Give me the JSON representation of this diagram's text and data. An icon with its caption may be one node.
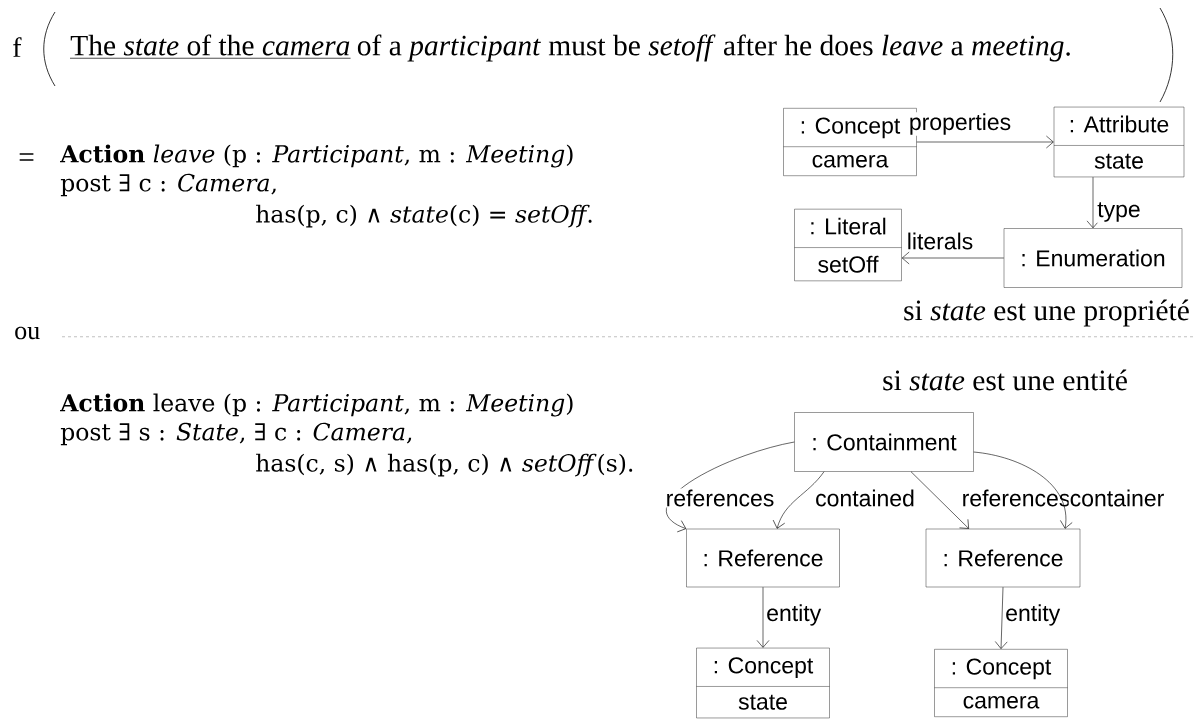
{
  "diagram": {
    "nodes": [
      {
        "text": [
          ": Concept",
          "camera"
        ]
      },
      {
        "text": [
          ": Attribute",
          "state"
        ]
      },
      {
        "text": [
          ": Literal",
          "setOff"
        ]
      },
      {
        "text": [
          ": Enumeration"
        ]
      },
      {
        "text": [
          ": Containment"
        ]
      },
      {
        "text": [
          ": Reference"
        ]
      },
      {
        "text": [
          ": Reference"
        ]
      },
      {
        "text": [
          ": Concept",
          "state"
        ]
      },
      {
        "text": [
          ": Concept",
          "camera"
        ]
      }
    ],
    "edges": [
      {
        "from": 0,
        "to": 1,
        "arrow": "to",
        "label": "properties"
      },
      {
        "from": 1,
        "to": 3,
        "arrow": "to",
        "label": "type"
      },
      {
        "from": 3,
        "to": 2,
        "arrow": "to",
        "label": "literals"
      },
      {
        "from": 4,
        "to": 5,
        "arrow": "to",
        "label": "references"
      },
      {
        "from": 4,
        "to": 5,
        "arrow": "to",
        "label": "contained"
      },
      {
        "from": 4,
        "to": 6,
        "arrow": "to",
        "label": "references"
      },
      {
        "from": 4,
        "to": 6,
        "arrow": "to",
        "label": "container"
      },
      {
        "from": 5,
        "to": 7,
        "arrow": "to",
        "label": "entity"
      },
      {
        "from": 6,
        "to": 8,
        "arrow": "to",
        "label": "entity"
      }
    ],
    "labels": [
      "f",
      "The *state* of the *camera*",
      "of a *participant* must be *setoff* after he does *leave* a *meeting*.",
      "=",
      "**Action** *leave* (p : *Participant*, m : *Meeting*)",
      "post ∃ c : *Camera*,",
      "has(p, c) ∧ *state*(c) = *setOff*.",
      "si *state* est une propriété",
      "ou",
      "**Action** leave (p : *Participant*, m : *Meeting*)",
      "post ∃ s : *State*, ∃ c : *Camera*,",
      "has(c, s) ∧ has(p, c) ∧ *setOff*(s).",
      "si *state* est une entité"
    ]
  }
}
